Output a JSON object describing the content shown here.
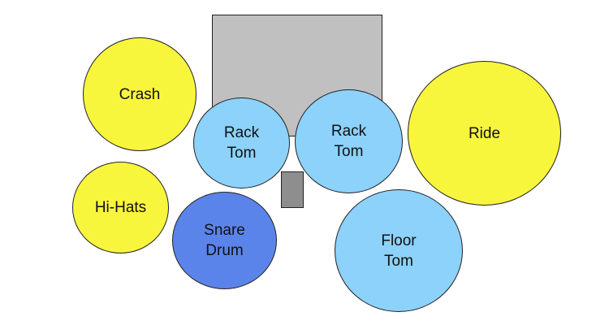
{
  "colors": {
    "cymbal": "#f8f53d",
    "tom": "#8cd2fb",
    "snare": "#5b84ea",
    "bass_drum": "#c0c0c0",
    "throne": "#8e8e8e"
  },
  "pieces": {
    "crash": {
      "label": "Crash",
      "color_key": "cymbal"
    },
    "hihats": {
      "label": "Hi-Hats",
      "color_key": "cymbal"
    },
    "ride": {
      "label": "Ride",
      "color_key": "cymbal"
    },
    "rack_tom_l": {
      "label": "Rack\nTom",
      "color_key": "tom"
    },
    "rack_tom_r": {
      "label": "Rack\nTom",
      "color_key": "tom"
    },
    "floor_tom": {
      "label": "Floor\nTom",
      "color_key": "tom"
    },
    "snare": {
      "label": "Snare\nDrum",
      "color_key": "snare"
    },
    "bass_drum": {
      "label": "",
      "color_key": "bass_drum"
    },
    "throne": {
      "label": "",
      "color_key": "throne"
    }
  }
}
